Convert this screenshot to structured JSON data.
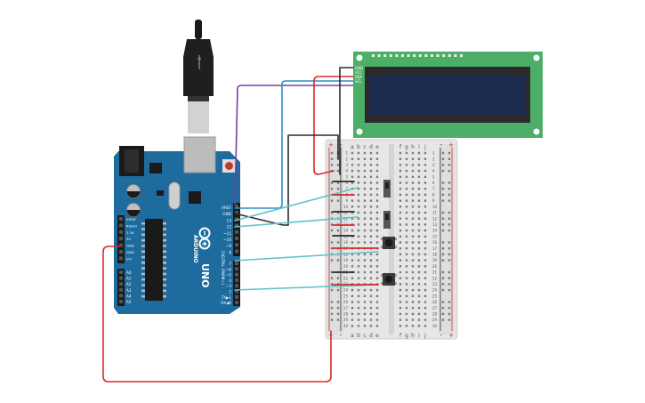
{
  "colors": {
    "arduino_blue": "#1e6b9e",
    "lcd_green": "#4cae67",
    "lcd_screen": "#1b2b4d",
    "breadboard": "#e6e6e6",
    "wire_red": "#d52b2b",
    "wire_black": "#2b2b2b",
    "wire_cyan": "#5fc3c9",
    "wire_purple": "#7a3fa0",
    "wire_blue": "#2a8fc9"
  },
  "arduino": {
    "brand": "ARDUINO",
    "model": "UNO",
    "digital_label": "DIGITAL (PWM~)",
    "analog_label": "ANALOG IN",
    "power_label": "POWER",
    "top_pins": [
      "AREF",
      "GND",
      "13",
      "12",
      "~11",
      "~10",
      "~9",
      "8"
    ],
    "mid_pins": [
      "7",
      "~6",
      "~5",
      "4",
      "~3",
      "2",
      "TX▶1",
      "RX◀0"
    ],
    "power_pins": [
      "IOREF",
      "RESET",
      "3.3V",
      "5V",
      "GND",
      "GND",
      "Vin"
    ],
    "analog_pins": [
      "A0",
      "A1",
      "A2",
      "A3",
      "A4",
      "A5"
    ]
  },
  "lcd": {
    "pins": [
      "GND",
      "VCC",
      "SDA",
      "SCL"
    ]
  },
  "breadboard": {
    "columns_left": [
      "a",
      "b",
      "c",
      "d",
      "e"
    ],
    "columns_right": [
      "f",
      "g",
      "h",
      "i",
      "j"
    ],
    "row_numbers": [
      "1",
      "2",
      "3",
      "4",
      "5",
      "6",
      "7",
      "8",
      "9",
      "10",
      "11",
      "12",
      "13",
      "14",
      "15",
      "16",
      "17",
      "18",
      "19",
      "20",
      "21",
      "22",
      "23",
      "24",
      "25",
      "26",
      "27",
      "28",
      "29",
      "30"
    ],
    "rail_plus": "+",
    "rail_minus": "-"
  }
}
